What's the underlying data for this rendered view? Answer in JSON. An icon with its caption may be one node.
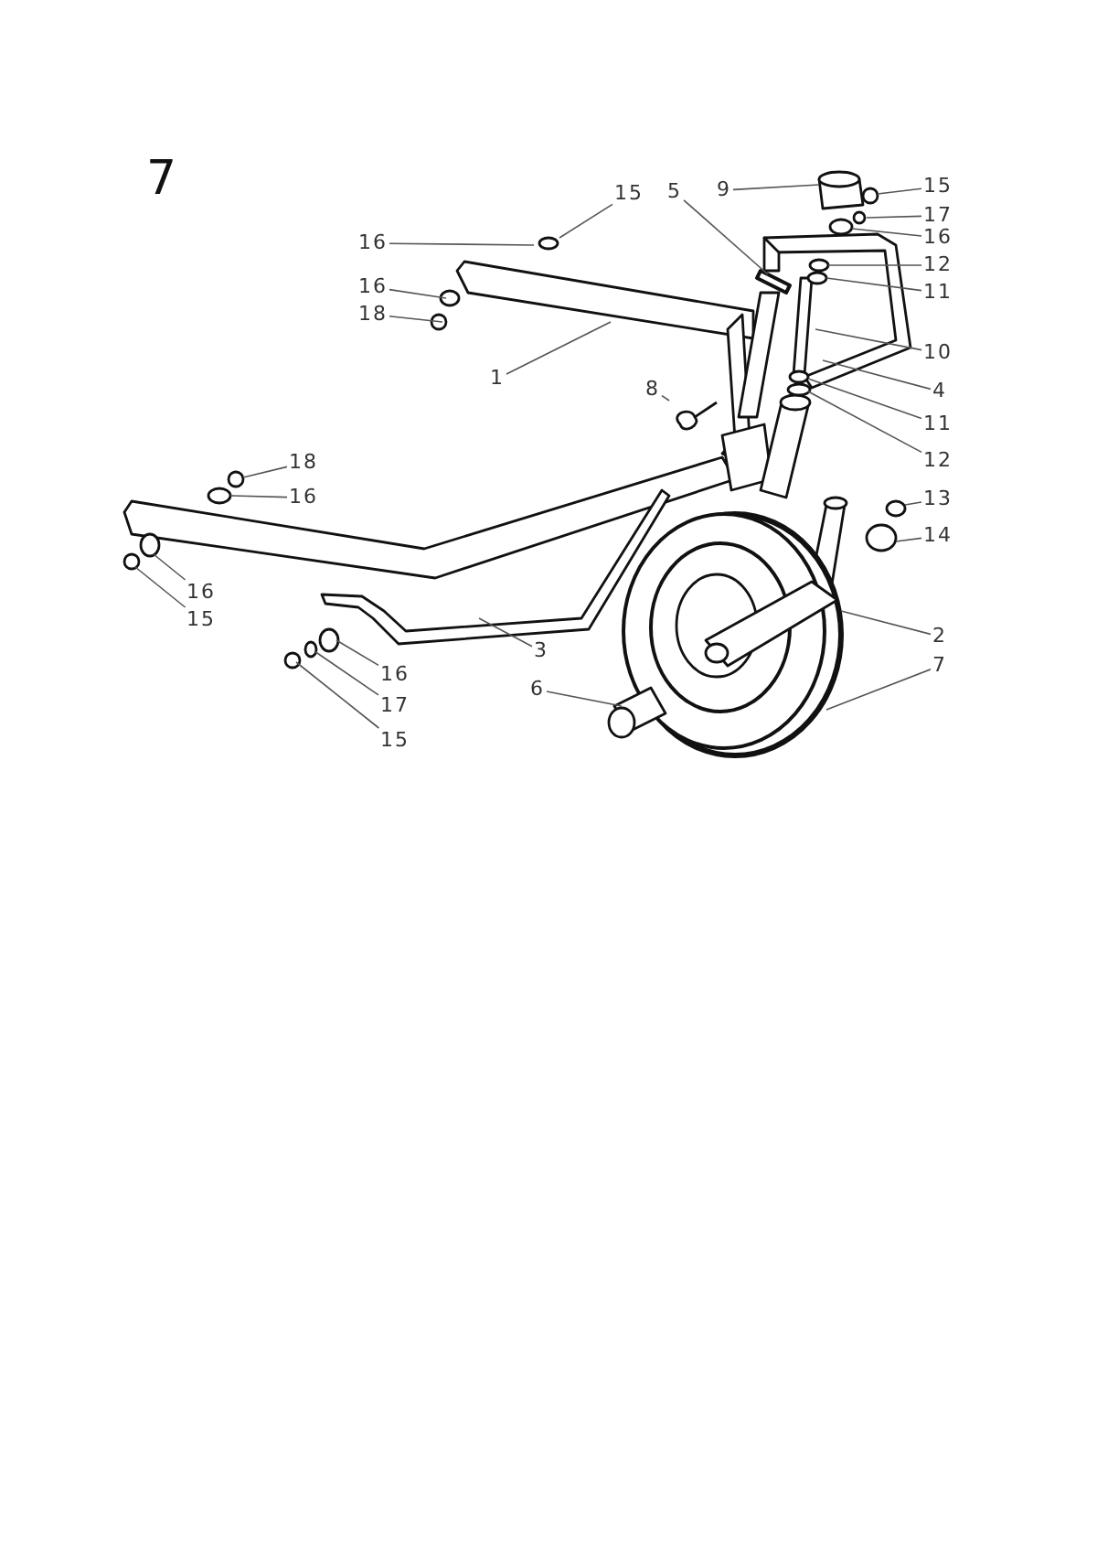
{
  "diagram": {
    "title": "7",
    "nodes": [
      {
        "text": [
          "15"
        ]
      },
      {
        "text": [
          "16"
        ]
      },
      {
        "text": [
          "16"
        ]
      },
      {
        "text": [
          "18"
        ]
      },
      {
        "text": [
          "1"
        ]
      },
      {
        "text": [
          "5"
        ]
      },
      {
        "text": [
          "9"
        ]
      },
      {
        "text": [
          "15"
        ]
      },
      {
        "text": [
          "17"
        ]
      },
      {
        "text": [
          "16"
        ]
      },
      {
        "text": [
          "12"
        ]
      },
      {
        "text": [
          "11"
        ]
      },
      {
        "text": [
          "10"
        ]
      },
      {
        "text": [
          "4"
        ]
      },
      {
        "text": [
          "8"
        ]
      },
      {
        "text": [
          "11"
        ]
      },
      {
        "text": [
          "12"
        ]
      },
      {
        "text": [
          "18"
        ]
      },
      {
        "text": [
          "16"
        ]
      },
      {
        "text": [
          "13"
        ]
      },
      {
        "text": [
          "14"
        ]
      },
      {
        "text": [
          "16"
        ]
      },
      {
        "text": [
          "15"
        ]
      },
      {
        "text": [
          "3"
        ]
      },
      {
        "text": [
          "2"
        ]
      },
      {
        "text": [
          "16"
        ]
      },
      {
        "text": [
          "6"
        ]
      },
      {
        "text": [
          "7"
        ]
      },
      {
        "text": [
          "17"
        ]
      },
      {
        "text": [
          "15"
        ]
      }
    ],
    "edges": [
      {
        "from": 0,
        "to": null,
        "arrow": "none"
      },
      {
        "from": 1,
        "to": null,
        "arrow": "none"
      },
      {
        "from": 2,
        "to": null,
        "arrow": "none"
      },
      {
        "from": 3,
        "to": null,
        "arrow": "none"
      },
      {
        "from": 4,
        "to": null,
        "arrow": "none"
      },
      {
        "from": 5,
        "to": null,
        "arrow": "none"
      },
      {
        "from": 6,
        "to": null,
        "arrow": "none"
      },
      {
        "from": 7,
        "to": null,
        "arrow": "none"
      },
      {
        "from": 8,
        "to": null,
        "arrow": "none"
      },
      {
        "from": 9,
        "to": null,
        "arrow": "none"
      },
      {
        "from": 10,
        "to": null,
        "arrow": "none"
      },
      {
        "from": 11,
        "to": null,
        "arrow": "none"
      },
      {
        "from": 12,
        "to": null,
        "arrow": "none"
      },
      {
        "from": 13,
        "to": null,
        "arrow": "none"
      },
      {
        "from": 14,
        "to": null,
        "arrow": "none"
      },
      {
        "from": 15,
        "to": null,
        "arrow": "none"
      },
      {
        "from": 16,
        "to": null,
        "arrow": "none"
      },
      {
        "from": 17,
        "to": null,
        "arrow": "none"
      },
      {
        "from": 18,
        "to": null,
        "arrow": "none"
      },
      {
        "from": 19,
        "to": null,
        "arrow": "none"
      },
      {
        "from": 20,
        "to": null,
        "arrow": "none"
      },
      {
        "from": 21,
        "to": null,
        "arrow": "none"
      },
      {
        "from": 22,
        "to": null,
        "arrow": "none"
      },
      {
        "from": 23,
        "to": null,
        "arrow": "none"
      },
      {
        "from": 24,
        "to": null,
        "arrow": "none"
      },
      {
        "from": 25,
        "to": null,
        "arrow": "none"
      },
      {
        "from": 26,
        "to": null,
        "arrow": "none"
      },
      {
        "from": 27,
        "to": null,
        "arrow": "none"
      },
      {
        "from": 28,
        "to": null,
        "arrow": "none"
      },
      {
        "from": 29,
        "to": null,
        "arrow": "none"
      }
    ]
  }
}
